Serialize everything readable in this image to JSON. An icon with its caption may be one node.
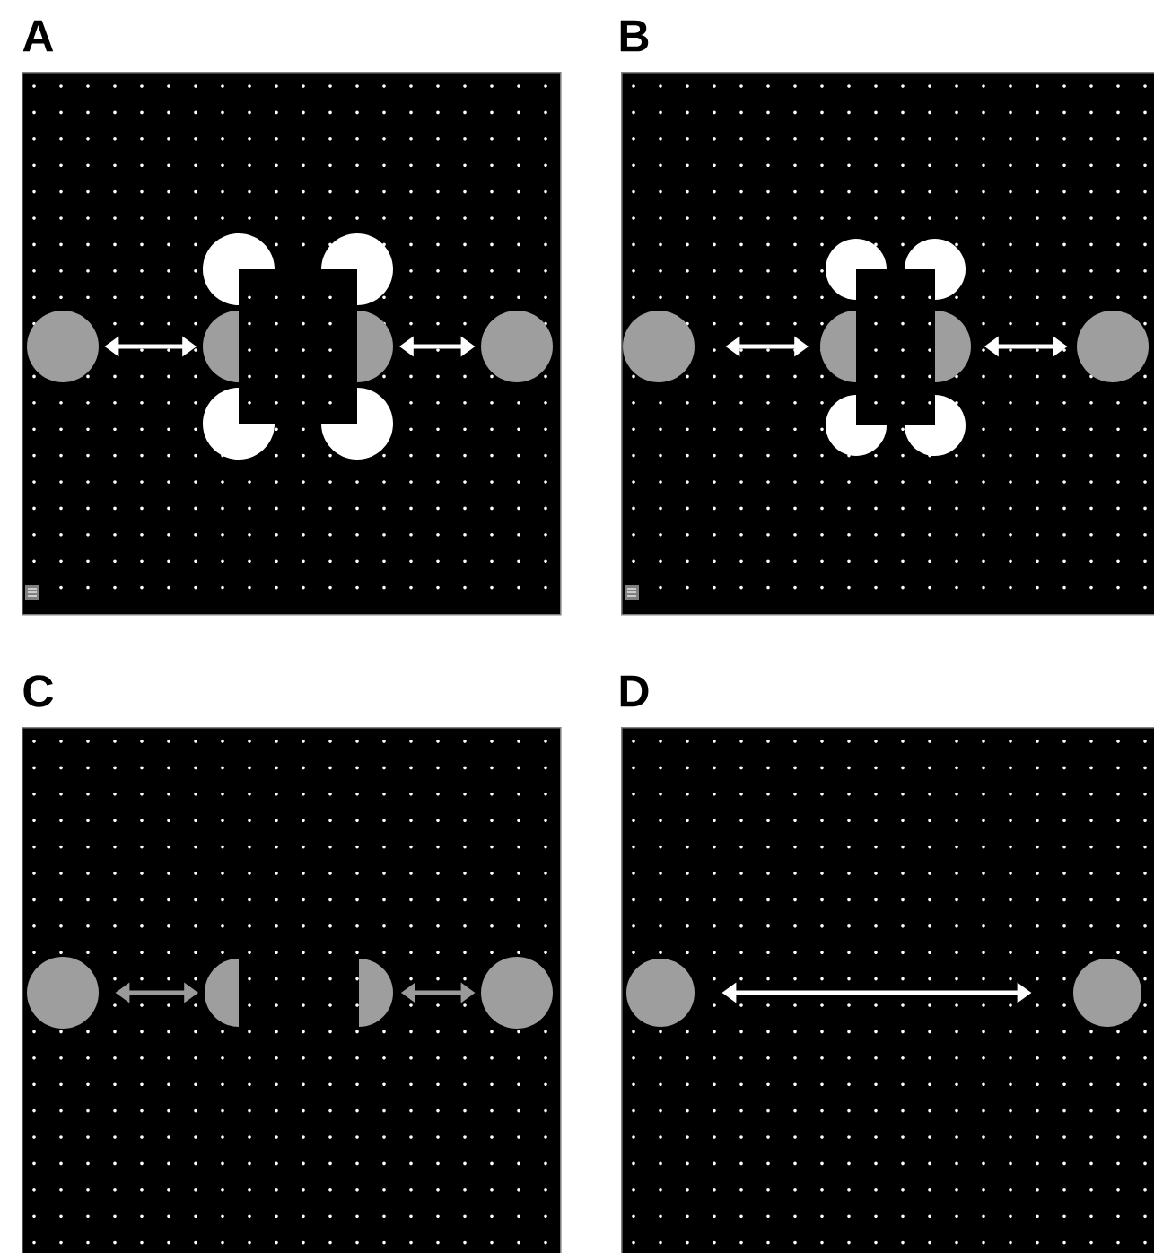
{
  "diagram": {
    "nodes": [
      {
        "text": [],
        "shape": "box"
      },
      {
        "text": [],
        "shape": "circle",
        "in": 0
      },
      {
        "text": [],
        "shape": "semicircle",
        "in": 0
      },
      {
        "text": [],
        "shape": "semicircle",
        "in": 0
      },
      {
        "text": [],
        "shape": "circle",
        "in": 0
      },
      {
        "text": [],
        "shape": "box"
      },
      {
        "text": [],
        "shape": "circle",
        "in": 5
      },
      {
        "text": [],
        "shape": "semicircle",
        "in": 5
      },
      {
        "text": [],
        "shape": "semicircle",
        "in": 5
      },
      {
        "text": [],
        "shape": "circle",
        "in": 5
      },
      {
        "text": [],
        "shape": "box"
      },
      {
        "text": [],
        "shape": "circle",
        "in": 10
      },
      {
        "text": [],
        "shape": "semicircle",
        "in": 10
      },
      {
        "text": [],
        "shape": "semicircle",
        "in": 10
      },
      {
        "text": [],
        "shape": "circle",
        "in": 10
      },
      {
        "text": [],
        "shape": "box"
      },
      {
        "text": [],
        "shape": "circle",
        "in": 15
      },
      {
        "text": [],
        "shape": "circle",
        "in": 15
      }
    ],
    "edges": [
      {
        "from": 1,
        "to": 2,
        "arrow": "both"
      },
      {
        "from": 3,
        "to": 4,
        "arrow": "both"
      },
      {
        "from": 6,
        "to": 7,
        "arrow": "both"
      },
      {
        "from": 8,
        "to": 9,
        "arrow": "both"
      },
      {
        "from": 11,
        "to": 12,
        "arrow": "both",
        "color": "#9a9a9a"
      },
      {
        "from": 13,
        "to": 14,
        "arrow": "both",
        "color": "#9a9a9a"
      },
      {
        "from": 16,
        "to": 17,
        "arrow": "both"
      }
    ],
    "labels": [
      "A",
      "B",
      "C",
      "D"
    ]
  }
}
